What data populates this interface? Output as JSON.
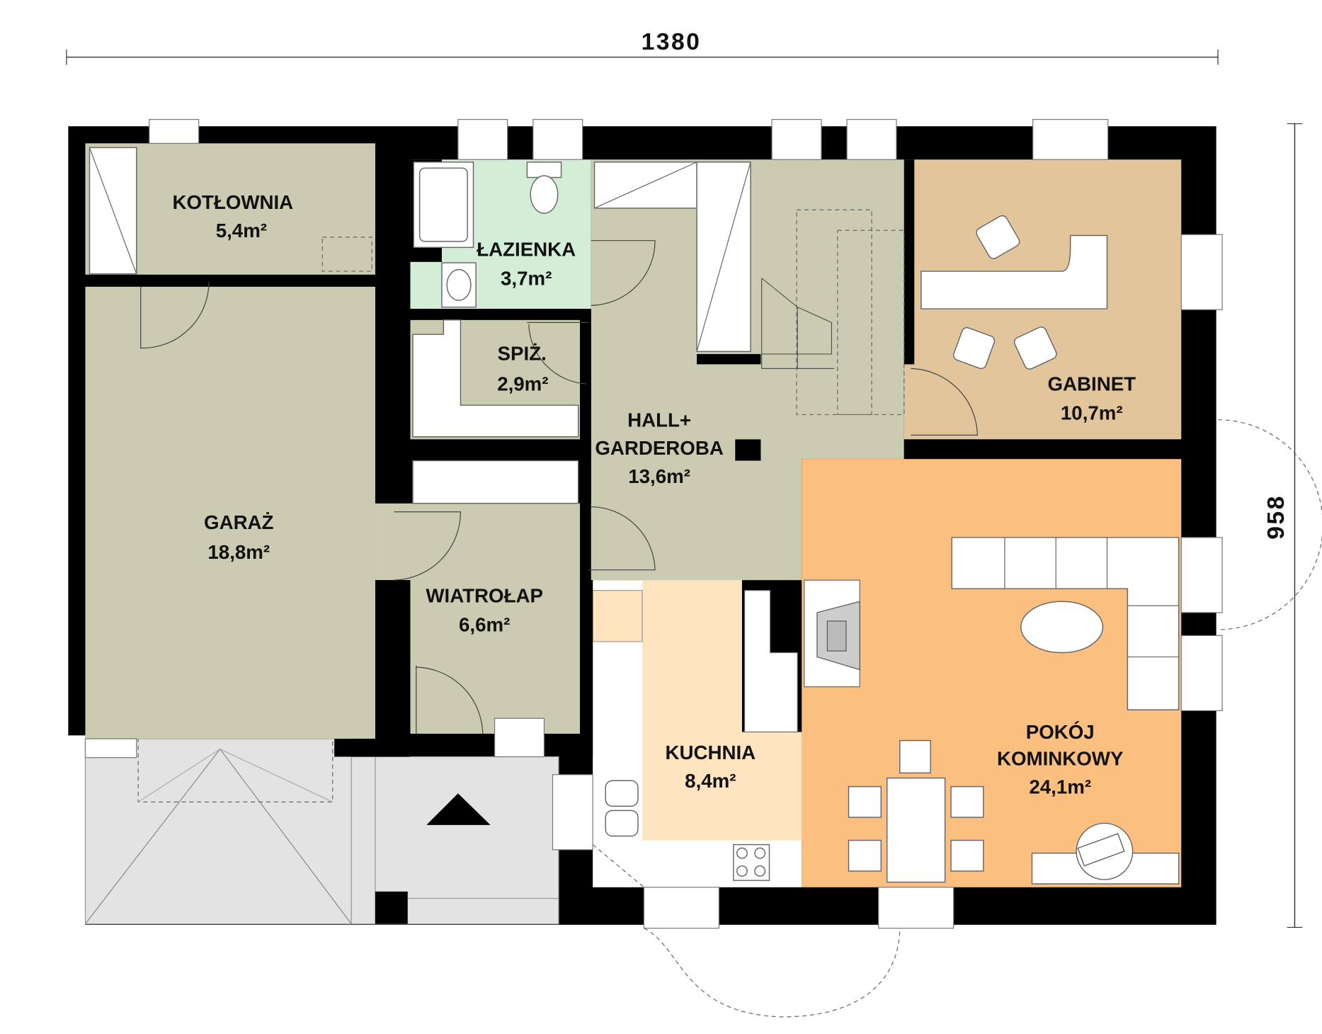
{
  "dimensions": {
    "width": "1380",
    "depth": "958"
  },
  "rooms": {
    "kotlownia": {
      "name": "KOTŁOWNIA",
      "area": "5,4m²"
    },
    "lazienka": {
      "name": "ŁAZIENKA",
      "area": "3,7m²"
    },
    "spiz": {
      "name": "SPIŻ.",
      "area": "2,9m²"
    },
    "hall": {
      "name1": "HALL+",
      "name2": "GARDEROBA",
      "area": "13,6m²"
    },
    "gabinet": {
      "name": "GABINET",
      "area": "10,7m²"
    },
    "garaz": {
      "name": "GARAŻ",
      "area": "18,8m²"
    },
    "wiatrolap": {
      "name": "WIATROŁAP",
      "area": "6,6m²"
    },
    "kuchnia": {
      "name": "KUCHNIA",
      "area": "8,4m²"
    },
    "pokoj": {
      "name1": "POKÓJ",
      "name2": "KOMINKOWY",
      "area": "24,1m²"
    }
  },
  "colors": {
    "wall": "#000000",
    "utility": "#cbcbb1",
    "bathroom": "#d4edd6",
    "office": "#e3c59c",
    "living": "#fbbf80",
    "kitchen": "#fde3be",
    "terrace": "#e3e3e3"
  }
}
